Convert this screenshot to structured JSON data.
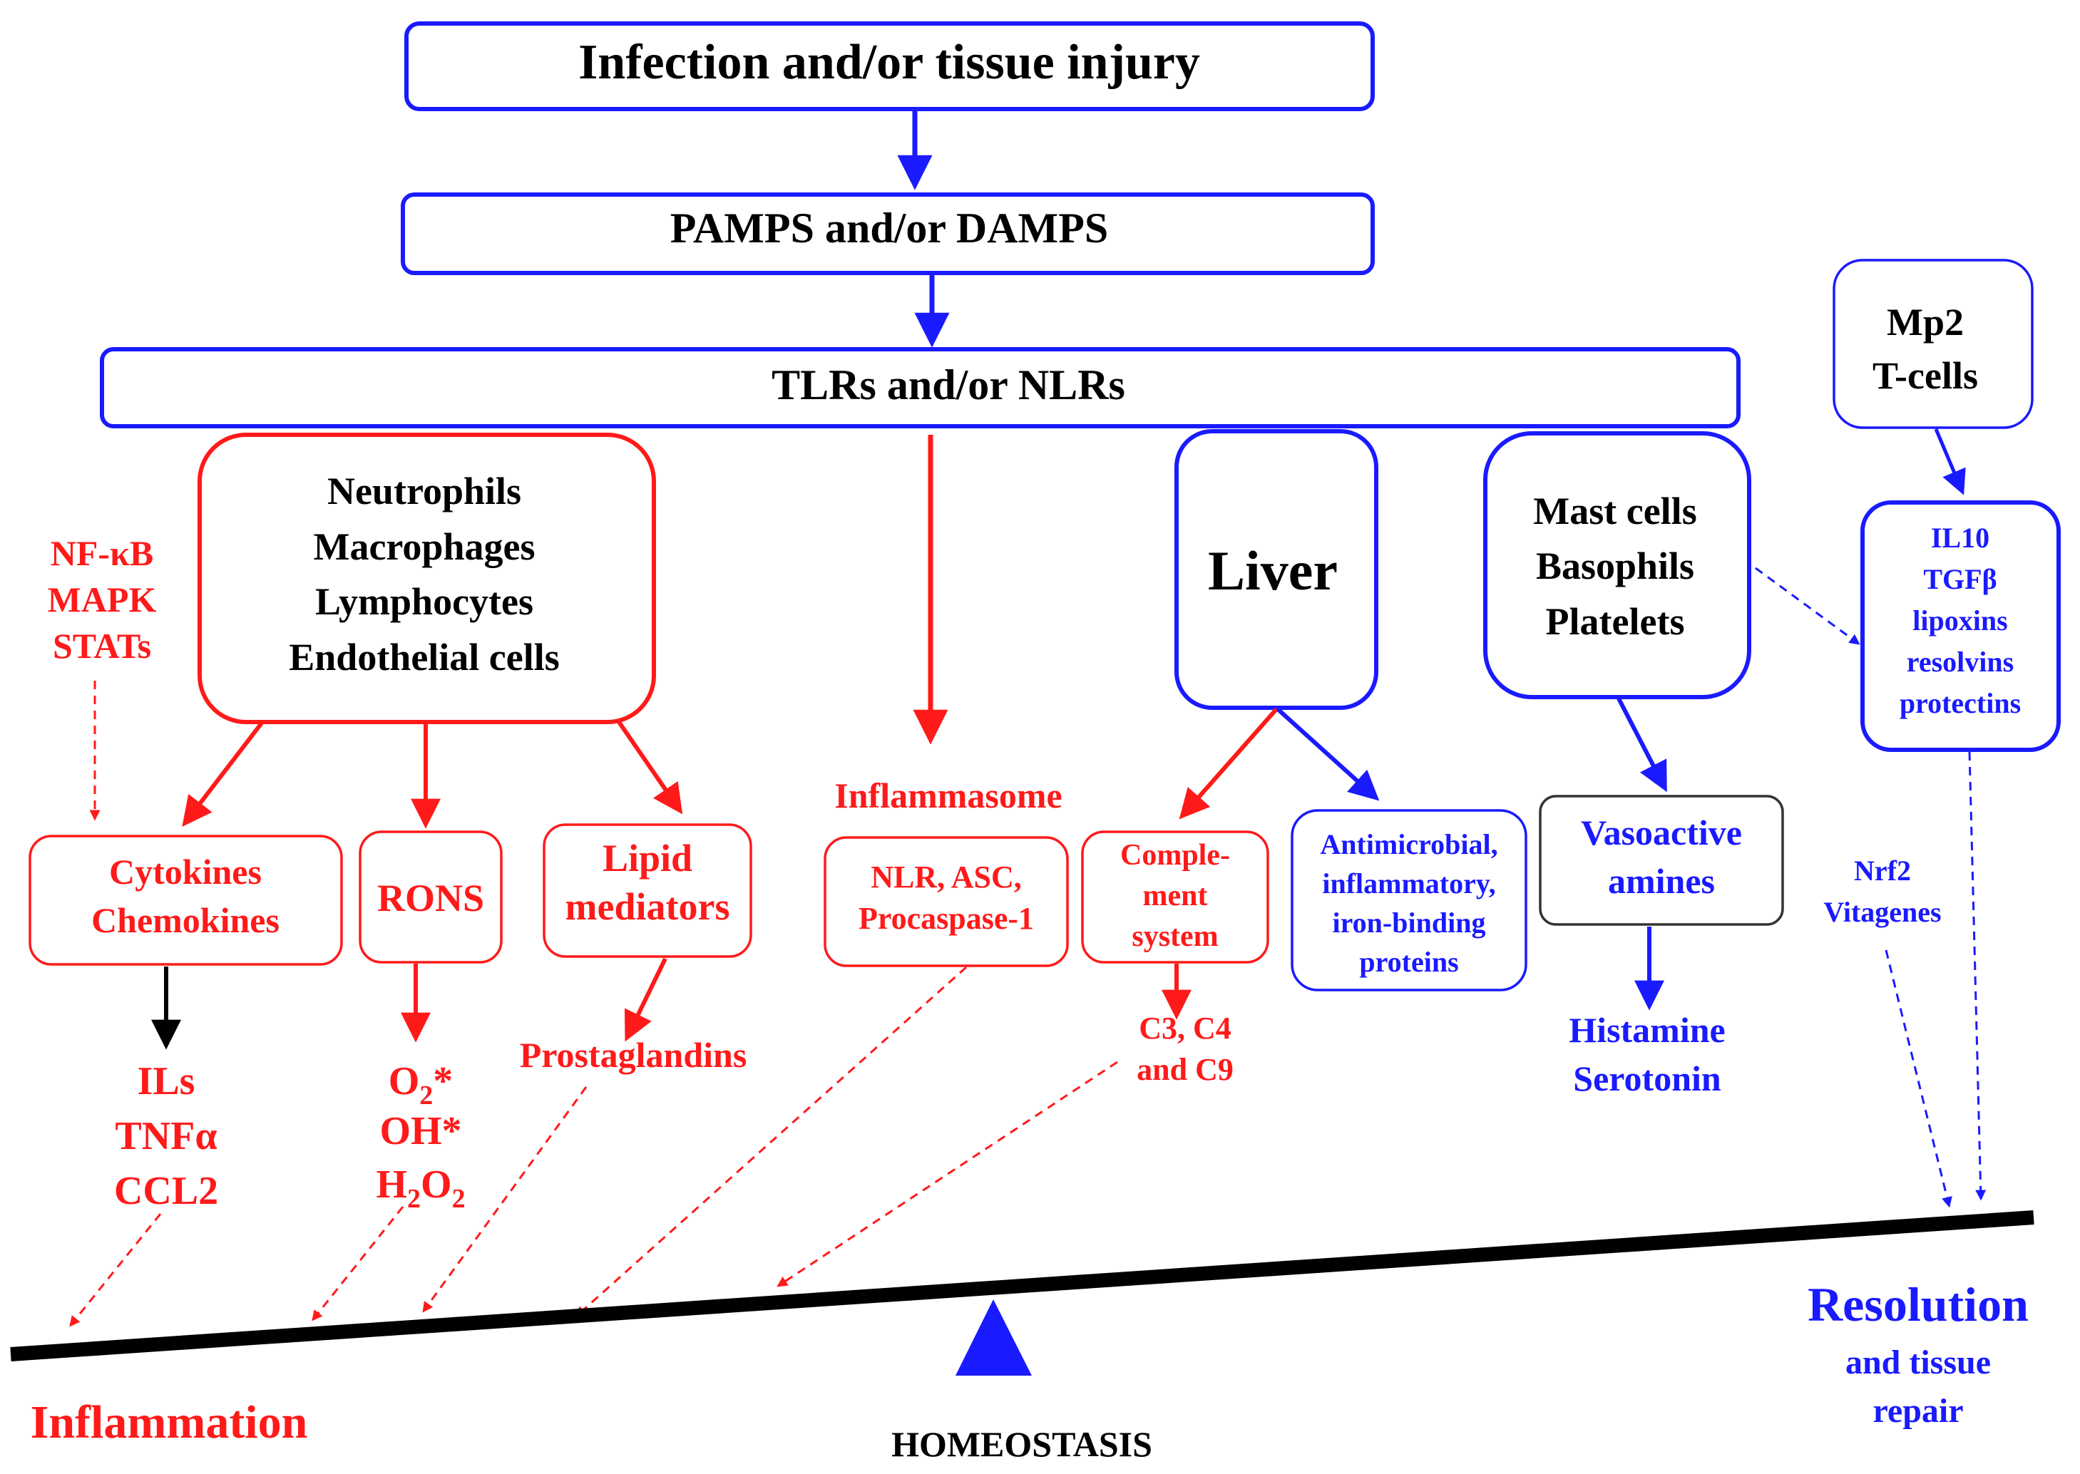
{
  "colors": {
    "blue": "#1a1aff",
    "red": "#ff1a1a",
    "black": "#000000"
  },
  "top": {
    "infection": "Infection and/or tissue injury",
    "pamps": "PAMPS and/or DAMPS",
    "tlrs": "TLRs and/or NLRs"
  },
  "cells": {
    "line1": "Neutrophils",
    "line2": "Macrophages",
    "line3": "Lymphocytes",
    "line4": "Endothelial cells"
  },
  "signaling": {
    "line1": "NF-κB",
    "line2": "MAPK",
    "line3": "STATs"
  },
  "cytokines_box": {
    "line1": "Cytokines",
    "line2": "Chemokines"
  },
  "rons_box": "RONS",
  "lipid_box": {
    "line1": "Lipid",
    "line2": "mediators"
  },
  "cytokine_products": {
    "line1": "ILs",
    "line2": "TNFα",
    "line3": "CCL2"
  },
  "rons_products": {
    "o2": "O",
    "o2_sub": "2",
    "o2_tail": "*",
    "oh": "OH*",
    "h": "H",
    "h_sub": "2",
    "o": "O",
    "o_sub": "2"
  },
  "prostaglandins": "Prostaglandins",
  "inflammasome": {
    "title": "Inflammasome",
    "line1": "NLR, ASC,",
    "line2": "Procaspase-1"
  },
  "liver": "Liver",
  "complement": {
    "line1": "Comple-",
    "line2": "ment",
    "line3": "system",
    "prod1": "C3, C4",
    "prod2": "and C9"
  },
  "proteins": {
    "line1": "Antimicrobial,",
    "line2": "inflammatory,",
    "line3": "iron-binding",
    "line4": "proteins"
  },
  "mast": {
    "line1": "Mast cells",
    "line2": "Basophils",
    "line3": "Platelets"
  },
  "vasoactive": {
    "line1": "Vasoactive",
    "line2": "amines"
  },
  "amines_products": {
    "line1": "Histamine",
    "line2": "Serotonin"
  },
  "mp2": {
    "line1": "Mp2",
    "line2": "T-cells"
  },
  "resolvers": {
    "line1": "IL10",
    "line2": "TGFβ",
    "line3": "lipoxins",
    "line4": "resolvins",
    "line5": "protectins"
  },
  "nrf2": {
    "line1": "Nrf2",
    "line2": "Vitagenes"
  },
  "balance": {
    "left": "Inflammation",
    "center": "HOMEOSTASIS",
    "right_title": "Resolution",
    "right_line1": "and tissue",
    "right_line2": "repair"
  }
}
